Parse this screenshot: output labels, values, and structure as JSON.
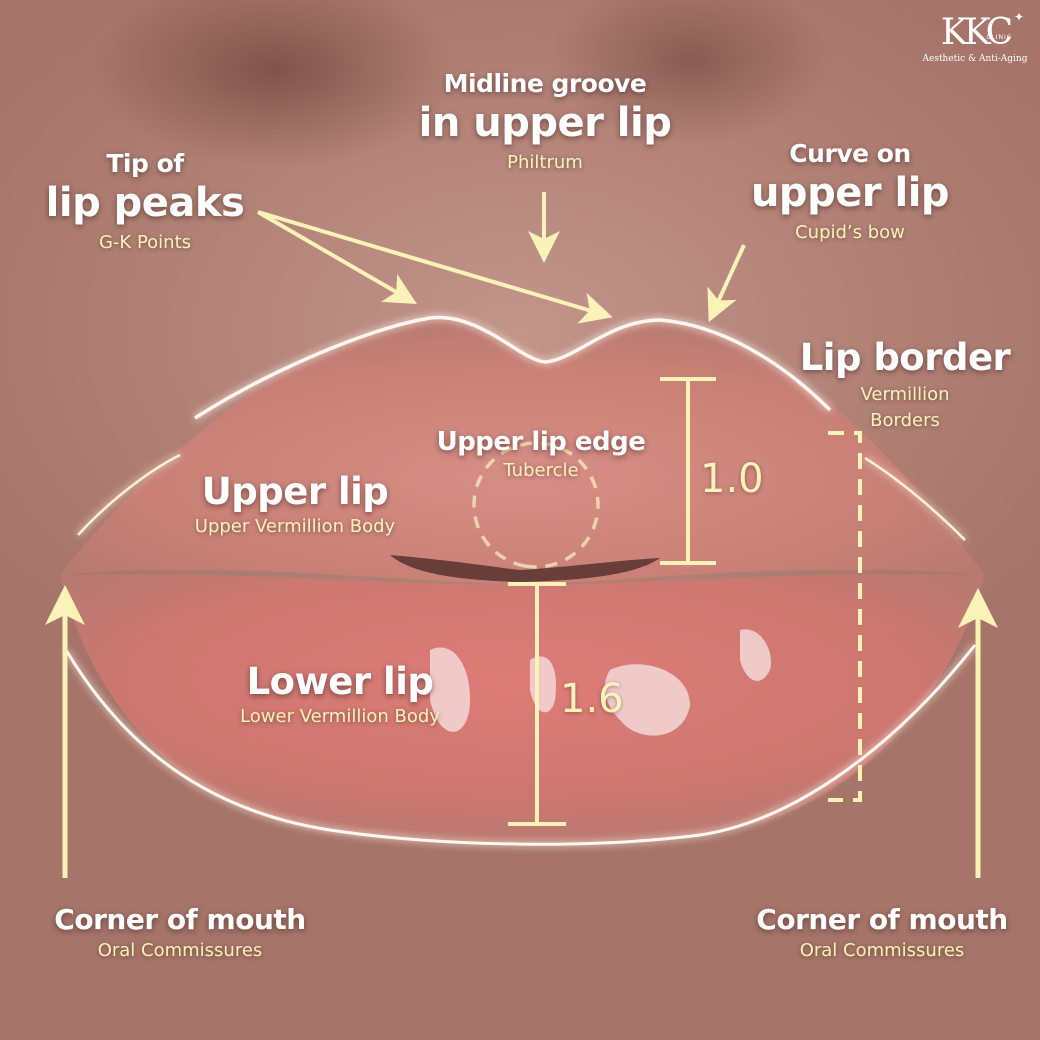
{
  "logo": {
    "brand": "KKC",
    "clinic": "CLINIC",
    "tagline": "Aesthetic & Anti-Aging",
    "spark": "✦"
  },
  "labels": {
    "lip_peaks": {
      "line1": "Tip of",
      "line2": "lip peaks",
      "sub": "G-K Points"
    },
    "philtrum": {
      "line1": "Midline groove",
      "line2": "in upper lip",
      "sub": "Philtrum"
    },
    "cupids_bow": {
      "line1": "Curve on",
      "line2": "upper lip",
      "sub": "Cupid’s bow"
    },
    "lip_border": {
      "line1": "Lip border",
      "sub1": "Vermillion",
      "sub2": "Borders"
    },
    "tubercle": {
      "line1": "Upper lip edge",
      "sub": "Tubercle"
    },
    "upper_lip": {
      "line1": "Upper lip",
      "sub": "Upper Vermillion Body"
    },
    "lower_lip": {
      "line1": "Lower lip",
      "sub": "Lower Vermillion Body"
    },
    "corner_left": {
      "line1": "Corner of mouth",
      "sub": "Oral Commissures"
    },
    "corner_right": {
      "line1": "Corner of mouth",
      "sub": "Oral Commissures"
    }
  },
  "measurements": {
    "upper_ratio": "1.0",
    "lower_ratio": "1.6"
  },
  "colors": {
    "accent": "#fbf2b8",
    "label_white": "#ffffff",
    "skin": "#b5857a",
    "lip": "#d9807a",
    "outline": "#fff6ee"
  }
}
